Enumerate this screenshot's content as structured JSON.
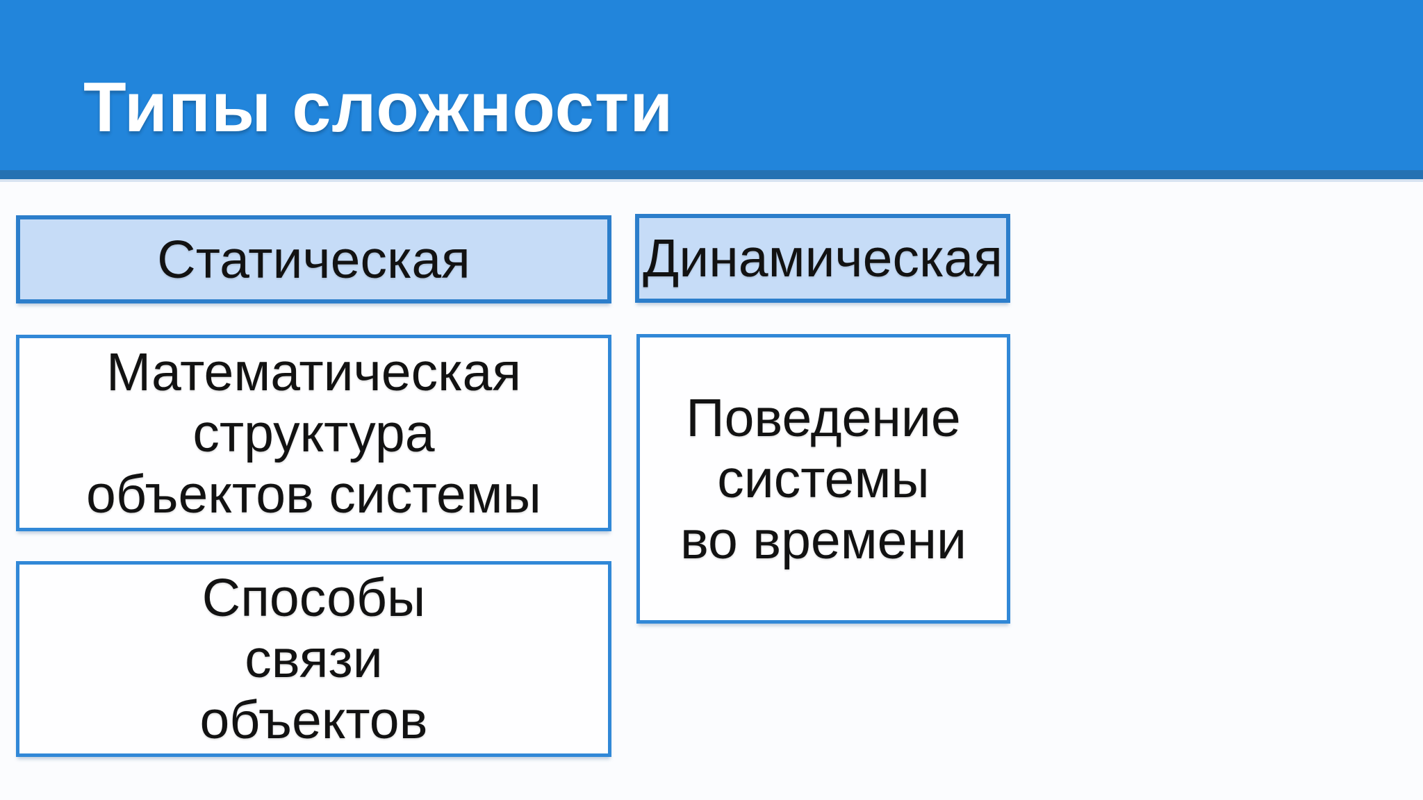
{
  "slide": {
    "title": "Типы сложности",
    "colors": {
      "header_bg": "#2285DB",
      "header_strip": "#2571B2",
      "header_underline": "#D7E3F1",
      "background": "#FBFCFE",
      "category_fill": "#C6DCF7",
      "category_border": "#2C7ECB",
      "detail_fill": "#FEFEFF",
      "detail_border": "#3188D7",
      "text": "#121212",
      "title_text": "#FFFFFF"
    },
    "columns": [
      {
        "category": {
          "label": "Статическая"
        },
        "details": [
          {
            "lines": [
              "Математическая",
              "структура",
              "объектов системы"
            ]
          },
          {
            "lines": [
              "Способы",
              "связи",
              "объектов"
            ]
          }
        ]
      },
      {
        "category": {
          "label": "Динамическая"
        },
        "details": [
          {
            "lines": [
              "Поведение",
              "системы",
              "во времени"
            ]
          }
        ]
      }
    ]
  }
}
